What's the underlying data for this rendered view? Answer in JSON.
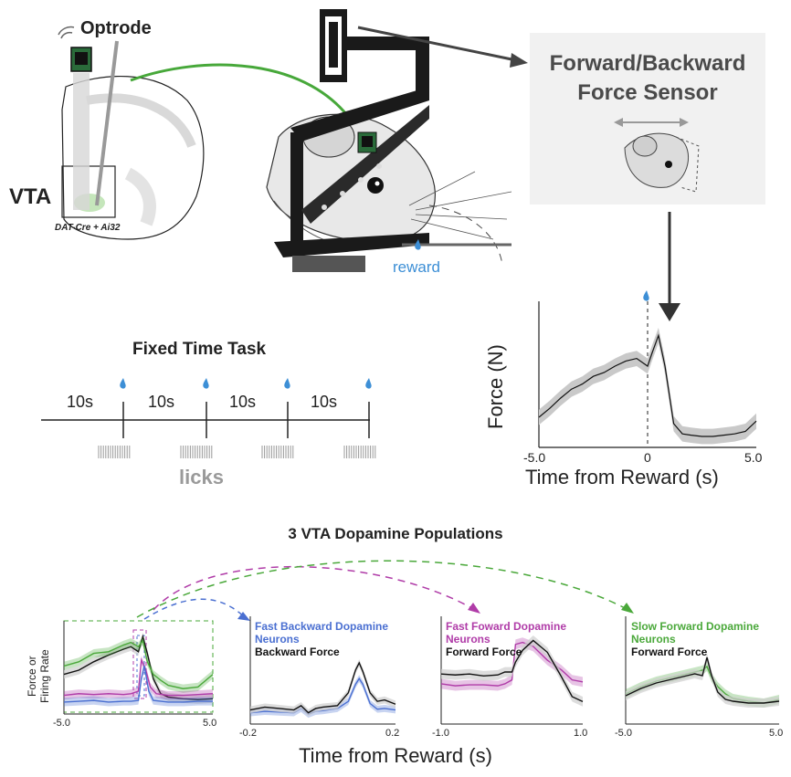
{
  "top": {
    "optrode_label": "Optrode",
    "vta_label": "VTA",
    "mouse_line_label": "DAT-Cre + Ai32",
    "reward_label": "reward"
  },
  "sensor": {
    "title_line1": "Forward/Backward",
    "title_line2": "Force Sensor"
  },
  "task": {
    "title": "Fixed Time Task",
    "intervals": [
      "10s",
      "10s",
      "10s",
      "10s"
    ],
    "licks_label": "licks"
  },
  "populations_title": "3 VTA Dopamine Populations",
  "shared_xlabel": "Time from Reward (s)",
  "colors": {
    "fast_backward": "#4a6fd1",
    "fast_forward": "#b03ca8",
    "slow_forward": "#4aa83a",
    "force": "#111111",
    "reward_drop": "#3d8fd6",
    "sensor_panel_bg": "#f1f1f1"
  },
  "chart_data": [
    {
      "id": "force_main",
      "type": "line",
      "xlabel": "Time from Reward (s)",
      "ylabel": "Force (N)",
      "xlim": [
        -5.0,
        5.0
      ],
      "xticks": [
        "-5.0",
        "0",
        "5.0"
      ],
      "series": [
        {
          "x": [
            -5.0,
            -4.5,
            -4.0,
            -3.5,
            -3.0,
            -2.5,
            -2.0,
            -1.5,
            -1.0,
            -0.5,
            0.0,
            0.2,
            0.5,
            0.8,
            1.2,
            1.6,
            2.0,
            2.5,
            3.0,
            3.5,
            4.0,
            4.5,
            5.0
          ],
          "values": [
            0.2,
            0.27,
            0.35,
            0.42,
            0.46,
            0.52,
            0.55,
            0.6,
            0.64,
            0.66,
            0.6,
            0.7,
            0.84,
            0.6,
            0.15,
            0.07,
            0.06,
            0.05,
            0.05,
            0.06,
            0.07,
            0.09,
            0.17
          ],
          "sem": 0.06
        }
      ]
    },
    {
      "id": "overview",
      "type": "line",
      "ylabel": "Force or\nFiring Rate",
      "xlim": [
        -5.0,
        5.0
      ],
      "xticks": [
        "-5.0",
        "5.0"
      ],
      "series": [
        {
          "color": "#111111",
          "x": [
            -5,
            -4,
            -3,
            -2,
            -1,
            -0.5,
            0,
            0.3,
            0.6,
            1,
            1.5,
            2,
            3,
            4,
            5
          ],
          "values": [
            0.45,
            0.5,
            0.6,
            0.68,
            0.75,
            0.78,
            0.72,
            0.9,
            0.7,
            0.4,
            0.22,
            0.18,
            0.16,
            0.15,
            0.16
          ]
        },
        {
          "color": "#4aa83a",
          "x": [
            -5,
            -4,
            -3,
            -2,
            -1,
            -0.5,
            0,
            0.3,
            0.6,
            1,
            1.5,
            2,
            3,
            4,
            5
          ],
          "values": [
            0.55,
            0.6,
            0.7,
            0.72,
            0.8,
            0.83,
            0.78,
            0.85,
            0.6,
            0.45,
            0.38,
            0.32,
            0.28,
            0.3,
            0.45
          ]
        },
        {
          "color": "#b03ca8",
          "x": [
            -5,
            -4,
            -3,
            -2,
            -1,
            -0.5,
            0,
            0.2,
            0.5,
            0.8,
            1.2,
            2,
            3,
            4,
            5
          ],
          "values": [
            0.2,
            0.22,
            0.21,
            0.22,
            0.21,
            0.22,
            0.25,
            0.62,
            0.5,
            0.3,
            0.22,
            0.2,
            0.2,
            0.21,
            0.22
          ]
        },
        {
          "color": "#4a6fd1",
          "x": [
            -5,
            -4,
            -3,
            -2,
            -1,
            -0.5,
            0,
            0.2,
            0.4,
            0.7,
            1,
            2,
            3,
            4,
            5
          ],
          "values": [
            0.12,
            0.13,
            0.14,
            0.12,
            0.13,
            0.13,
            0.14,
            0.4,
            0.55,
            0.25,
            0.14,
            0.12,
            0.12,
            0.13,
            0.13
          ]
        }
      ]
    },
    {
      "id": "fast_backward",
      "type": "line",
      "title_line1": "Fast Backward Dopamine",
      "title_line2": "Neurons",
      "force_label": "Backward Force",
      "xlim": [
        -0.2,
        0.2
      ],
      "xticks": [
        "-0.2",
        "0.2"
      ],
      "series": [
        {
          "color": "#4a6fd1",
          "x": [
            -0.2,
            -0.16,
            -0.12,
            -0.08,
            -0.06,
            -0.04,
            -0.02,
            0.0,
            0.04,
            0.07,
            0.09,
            0.1,
            0.11,
            0.13,
            0.15,
            0.17,
            0.2
          ],
          "values": [
            0.12,
            0.14,
            0.13,
            0.12,
            0.18,
            0.1,
            0.14,
            0.15,
            0.18,
            0.28,
            0.52,
            0.6,
            0.52,
            0.25,
            0.17,
            0.18,
            0.16
          ]
        },
        {
          "color": "#111111",
          "x": [
            -0.2,
            -0.16,
            -0.12,
            -0.08,
            -0.06,
            -0.04,
            -0.02,
            0.0,
            0.04,
            0.07,
            0.09,
            0.1,
            0.11,
            0.13,
            0.15,
            0.17,
            0.2
          ],
          "values": [
            0.16,
            0.2,
            0.18,
            0.16,
            0.22,
            0.12,
            0.18,
            0.2,
            0.22,
            0.4,
            0.72,
            0.82,
            0.7,
            0.4,
            0.28,
            0.3,
            0.24
          ]
        }
      ]
    },
    {
      "id": "fast_forward",
      "type": "line",
      "title_line1": "Fast Foward Dopamine",
      "title_line2": "Neurons",
      "force_label": "Forward Force",
      "xlim": [
        -1.0,
        1.0
      ],
      "xticks": [
        "-1.0",
        "1.0"
      ],
      "series": [
        {
          "color": "#b03ca8",
          "x": [
            -1,
            -0.8,
            -0.6,
            -0.4,
            -0.2,
            -0.1,
            0,
            0.05,
            0.15,
            0.3,
            0.5,
            0.7,
            0.85,
            1.0
          ],
          "values": [
            0.38,
            0.36,
            0.37,
            0.37,
            0.36,
            0.38,
            0.42,
            0.78,
            0.8,
            0.76,
            0.62,
            0.52,
            0.42,
            0.4
          ]
        },
        {
          "color": "#111111",
          "x": [
            -1,
            -0.8,
            -0.6,
            -0.4,
            -0.2,
            -0.1,
            0,
            0.05,
            0.15,
            0.3,
            0.5,
            0.7,
            0.85,
            1.0
          ],
          "values": [
            0.48,
            0.47,
            0.48,
            0.46,
            0.47,
            0.5,
            0.5,
            0.6,
            0.72,
            0.82,
            0.7,
            0.45,
            0.25,
            0.2
          ]
        }
      ]
    },
    {
      "id": "slow_forward",
      "type": "line",
      "title_line1": "Slow Forward Dopamine",
      "title_line2": "Neurons",
      "force_label": "Forward Force",
      "xlim": [
        -5.0,
        5.0
      ],
      "xticks": [
        "-5.0",
        "5.0"
      ],
      "series": [
        {
          "color": "#4aa83a",
          "x": [
            -5,
            -4,
            -3,
            -2,
            -1,
            -0.5,
            0,
            0.3,
            0.6,
            1,
            1.5,
            2,
            3,
            4,
            5
          ],
          "values": [
            0.3,
            0.38,
            0.44,
            0.48,
            0.52,
            0.54,
            0.56,
            0.6,
            0.48,
            0.38,
            0.3,
            0.25,
            0.22,
            0.2,
            0.24
          ]
        },
        {
          "color": "#111111",
          "x": [
            -5,
            -4,
            -3,
            -2,
            -1,
            -0.5,
            0,
            0.3,
            0.6,
            1,
            1.5,
            2,
            3,
            4,
            5
          ],
          "values": [
            0.28,
            0.36,
            0.42,
            0.46,
            0.5,
            0.52,
            0.5,
            0.7,
            0.5,
            0.32,
            0.24,
            0.22,
            0.2,
            0.2,
            0.22
          ]
        }
      ]
    }
  ]
}
